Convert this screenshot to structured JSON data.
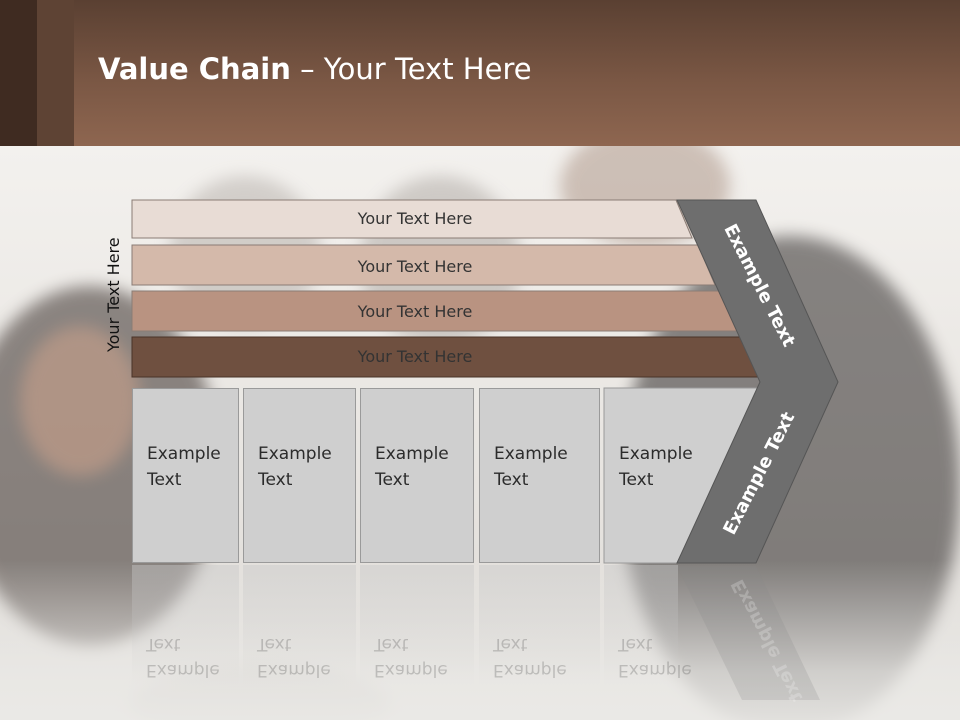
{
  "slide": {
    "title_bold": "Value Chain",
    "title_rest": " – Your Text Here"
  },
  "side_label": "Your Text Here",
  "bars": [
    {
      "label": "Your Text Here",
      "color": "#e8dcd5"
    },
    {
      "label": "Your Text Here",
      "color": "#d4b9aa"
    },
    {
      "label": "Your Text Here",
      "color": "#b99381"
    },
    {
      "label": "Your Text Here",
      "color": "#6f5040"
    }
  ],
  "cells": [
    {
      "line1": "Example",
      "line2": "Text"
    },
    {
      "line1": "Example",
      "line2": "Text"
    },
    {
      "line1": "Example",
      "line2": "Text"
    },
    {
      "line1": "Example",
      "line2": "Text"
    },
    {
      "line1": "Example",
      "line2": "Text"
    }
  ],
  "arrow": {
    "upper_label": "Example Text",
    "lower_label": "Example Text",
    "color": "#6e6e6e"
  }
}
